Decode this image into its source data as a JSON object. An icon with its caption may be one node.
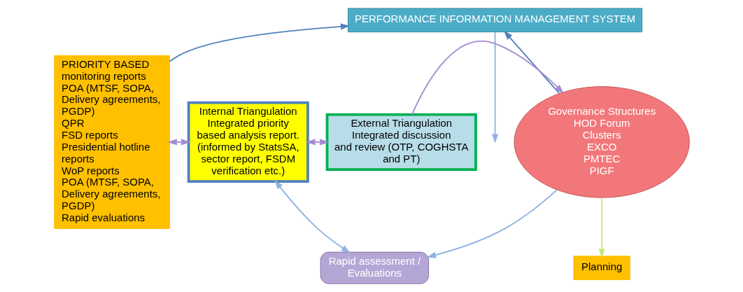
{
  "diagram": {
    "nodes": [
      {
        "text": [
          "PERFORMANCE INFORMATION MANAGEMENT SYSTEM"
        ]
      },
      {
        "text": [
          "PRIORITY BASED monitoring reports",
          "POA (MTSF, SOPA, Delivery agreements, PGDP)",
          "QPR",
          "FSD reports",
          "Presidential hotline reports",
          "WoP reports",
          "POA (MTSF, SOPA, Delivery agreements, PGDP)",
          "Rapid evaluations"
        ]
      },
      {
        "text": [
          "Internal Triangulation",
          "Integrated priority based analysis report. (informed by StatsSA, sector report, FSDM verification etc.)"
        ]
      },
      {
        "text": [
          "External Triangulation",
          "Integrated discussion and review (OTP, COGHSTA and PT)"
        ]
      },
      {
        "text": [
          "Governance Structures",
          "HOD Forum",
          "Clusters",
          "EXCO",
          "PMTEC",
          "PIGF"
        ]
      },
      {
        "text": [
          "Rapid assessment / Evaluations"
        ]
      },
      {
        "text": [
          "Planning"
        ]
      }
    ],
    "edges": [
      {
        "from": 1,
        "to": 0,
        "arrow": "to",
        "color": "#4f81bd"
      },
      {
        "from": 4,
        "to": 0,
        "arrow": "to",
        "color": "#4f81bd"
      },
      {
        "from": 0,
        "to": null,
        "arrow": "to",
        "color": "#8db3e2"
      },
      {
        "from": 1,
        "to": 2,
        "arrow": "both",
        "color": "#a58bd4"
      },
      {
        "from": 2,
        "to": 3,
        "arrow": "both",
        "color": "#a58bd4"
      },
      {
        "from": 3,
        "to": 4,
        "arrow": "to",
        "color": "#a58bd4"
      },
      {
        "from": 2,
        "to": 5,
        "arrow": "both",
        "color": "#8db3e2"
      },
      {
        "from": 4,
        "to": 5,
        "arrow": "to",
        "color": "#8db3e2"
      },
      {
        "from": 4,
        "to": 6,
        "arrow": "to",
        "color": "#c4e67e"
      }
    ]
  }
}
